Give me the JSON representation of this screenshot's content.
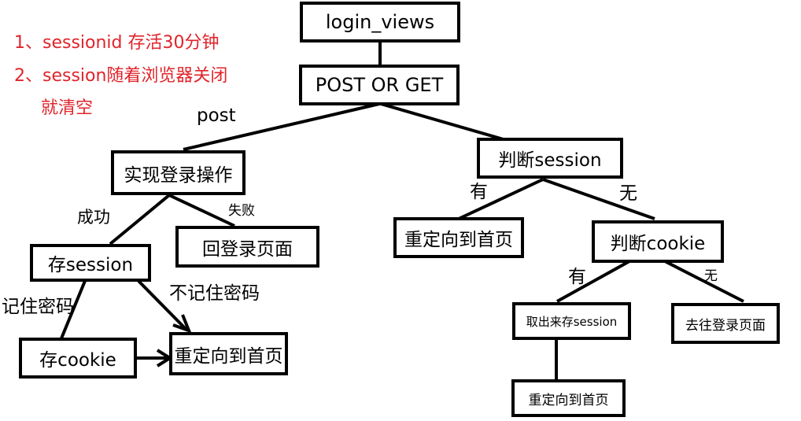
{
  "notes": {
    "line1": "1、sessionid 存活30分钟",
    "line2": "2、session随着浏览器关闭",
    "line3": "就清空",
    "color": "#e0242b"
  },
  "nodes": {
    "login_views": "login_views",
    "post_or_get": "POST  OR  GET",
    "login_action": "实现登录操作",
    "check_session": "判断session",
    "back_to_login": "回登录页面",
    "redirect_home_1": "重定向到首页",
    "store_session": "存session",
    "check_cookie": "判断cookie",
    "store_cookie": "存cookie",
    "redirect_home_2": "重定向到首页",
    "fetch_store_session": "取出来存session",
    "go_login_page": "去往登录页面",
    "redirect_home_3": "重定向到首页"
  },
  "edge_labels": {
    "post": "post",
    "success": "成功",
    "fail": "失败",
    "session_yes": "有",
    "session_no": "无",
    "remember_password": "记住密码",
    "not_remember_password": "不记住密码",
    "cookie_yes": "有",
    "cookie_no": "无"
  }
}
